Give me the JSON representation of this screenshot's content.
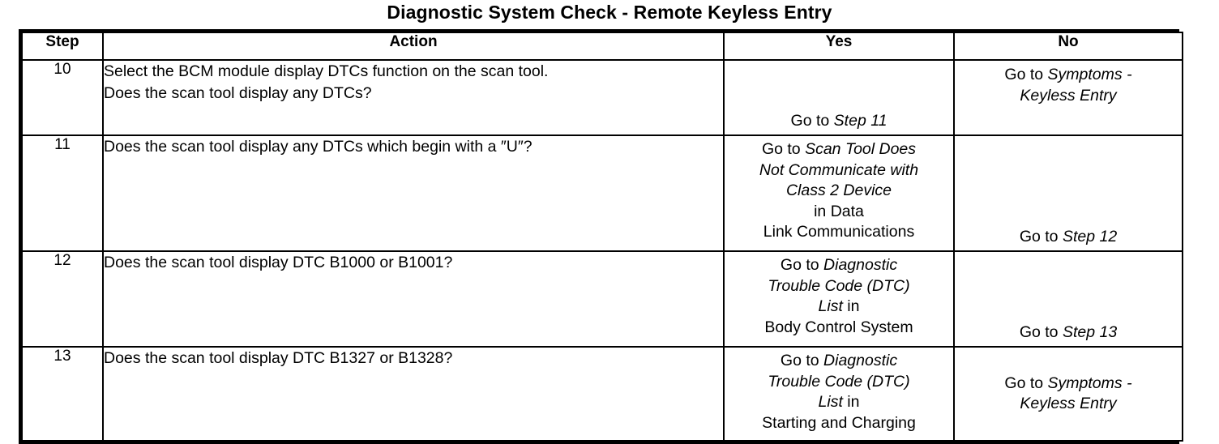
{
  "document": {
    "title": "Diagnostic System Check - Remote Keyless Entry"
  },
  "table": {
    "columns": {
      "step": "Step",
      "action": "Action",
      "yes": "Yes",
      "no": "No"
    },
    "rows": [
      {
        "step": "10",
        "action_lines": [
          "Select the BCM module display DTCs function on the scan tool.",
          "Does the scan tool display any DTCs?"
        ],
        "yes": {
          "align": "bottom",
          "lines": [
            [
              {
                "t": "Go to ",
                "i": false
              },
              {
                "t": "Step 11",
                "i": true
              }
            ]
          ]
        },
        "no": {
          "align": "top",
          "lines": [
            [
              {
                "t": "Go to ",
                "i": false
              },
              {
                "t": "Symptoms -",
                "i": true
              }
            ],
            [
              {
                "t": "Keyless Entry",
                "i": true
              }
            ]
          ]
        }
      },
      {
        "step": "11",
        "action_lines": [
          "Does the scan tool display any DTCs which begin with a ″U″?"
        ],
        "yes": {
          "align": "fill",
          "lines": [
            [
              {
                "t": "Go to ",
                "i": false
              },
              {
                "t": "Scan Tool Does",
                "i": true
              }
            ],
            [
              {
                "t": "Not Communicate with",
                "i": true
              }
            ],
            [
              {
                "t": "Class 2 Device",
                "i": true
              }
            ],
            [
              {
                "t": "in Data",
                "i": false
              }
            ],
            [
              {
                "t": "Link Communications",
                "i": false
              }
            ]
          ]
        },
        "no": {
          "align": "bottom",
          "lines": [
            [
              {
                "t": "Go to ",
                "i": false
              },
              {
                "t": "Step 12",
                "i": true
              }
            ]
          ]
        }
      },
      {
        "step": "12",
        "action_lines": [
          "Does the scan tool display DTC B1000 or B1001?"
        ],
        "yes": {
          "align": "fill",
          "lines": [
            [
              {
                "t": "Go to ",
                "i": false
              },
              {
                "t": "Diagnostic",
                "i": true
              }
            ],
            [
              {
                "t": "Trouble Code (DTC)",
                "i": true
              }
            ],
            [
              {
                "t": "List",
                "i": true
              },
              {
                "t": " in",
                "i": false
              }
            ],
            [
              {
                "t": "Body Control System",
                "i": false
              }
            ]
          ]
        },
        "no": {
          "align": "bottom",
          "lines": [
            [
              {
                "t": "Go to ",
                "i": false
              },
              {
                "t": "Step 13",
                "i": true
              }
            ]
          ]
        }
      },
      {
        "step": "13",
        "action_lines": [
          "Does the scan tool display DTC B1327 or B1328?"
        ],
        "yes": {
          "align": "fill",
          "lines": [
            [
              {
                "t": "Go to ",
                "i": false
              },
              {
                "t": "Diagnostic",
                "i": true
              }
            ],
            [
              {
                "t": "Trouble Code (DTC)",
                "i": true
              }
            ],
            [
              {
                "t": "List",
                "i": true
              },
              {
                "t": " in",
                "i": false
              }
            ],
            [
              {
                "t": "Starting and Charging",
                "i": false
              }
            ]
          ]
        },
        "no": {
          "align": "middle",
          "lines": [
            [
              {
                "t": "Go to ",
                "i": false
              },
              {
                "t": "Symptoms -",
                "i": true
              }
            ],
            [
              {
                "t": "Keyless Entry",
                "i": true
              }
            ]
          ]
        }
      }
    ]
  }
}
